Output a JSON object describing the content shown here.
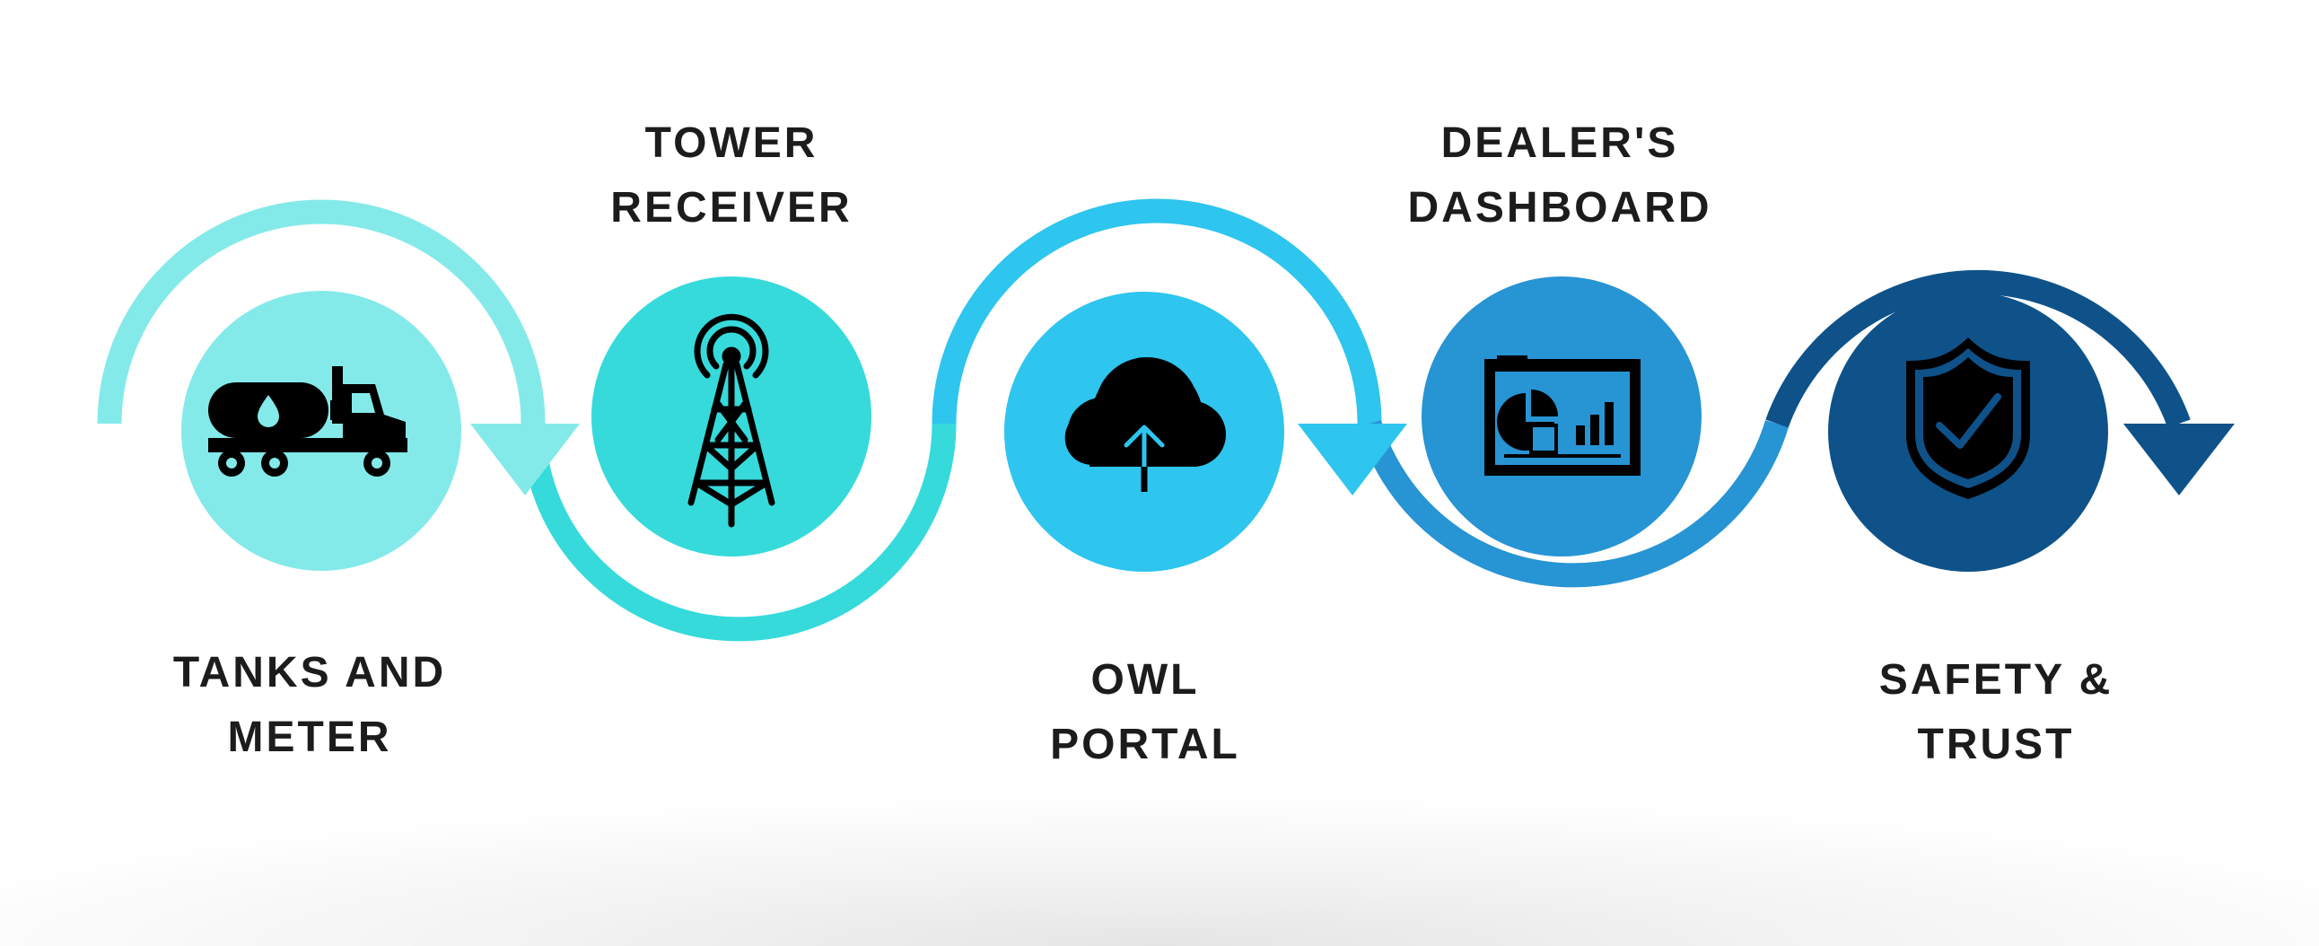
{
  "steps": [
    {
      "line1": "TANKS AND",
      "line2": "METER",
      "icon": "fuel-truck-icon",
      "circle_color": "#84EAE9",
      "arc_color": "#84EAE9"
    },
    {
      "line1": "TOWER",
      "line2": "RECEIVER",
      "icon": "radio-tower-icon",
      "circle_color": "#36DADB",
      "arc_color": "#36DADB"
    },
    {
      "line1": "OWL",
      "line2": "PORTAL",
      "icon": "cloud-upload-icon",
      "circle_color": "#2EC5EE",
      "arc_color": "#2EC5EE"
    },
    {
      "line1": "DEALER'S",
      "line2": "DASHBOARD",
      "icon": "dashboard-icon",
      "circle_color": "#2794D4",
      "arc_color": "#2794D4"
    },
    {
      "line1": "SAFETY &",
      "line2": "TRUST",
      "icon": "shield-check-icon",
      "circle_color": "#0E5289",
      "arc_color": "#0E5289"
    }
  ],
  "colors": {
    "text": "#1c1c1c",
    "icon": "#000000"
  }
}
